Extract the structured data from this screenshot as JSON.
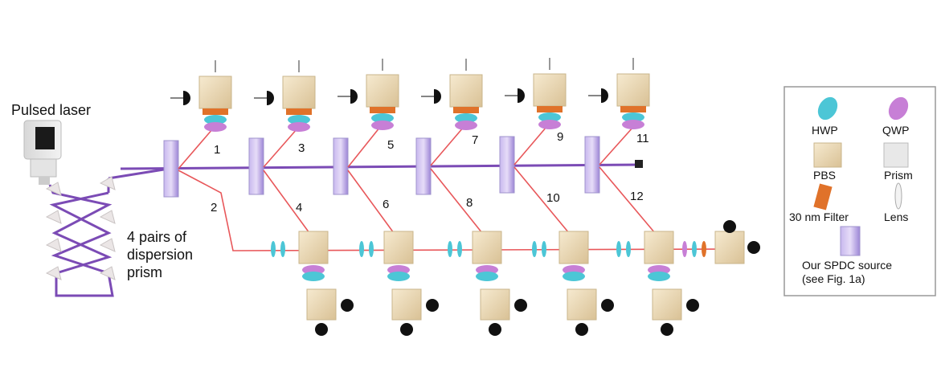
{
  "laser_label": "Pulsed laser",
  "dispersion_label": [
    "4 pairs of",
    "dispersion",
    "prism"
  ],
  "path_numbers": [
    "1",
    "2",
    "3",
    "4",
    "5",
    "6",
    "7",
    "8",
    "9",
    "10",
    "11",
    "12"
  ],
  "legend": {
    "hwp": "HWP",
    "qwp": "QWP",
    "pbs": "PBS",
    "prism": "Prism",
    "filter": "30 nm Filter",
    "lens": "Lens",
    "source_line1": "Our SPDC source",
    "source_line2": "(see Fig. 1a)"
  },
  "colors": {
    "pump": "#7b4bb5",
    "photon": "#e8575a",
    "hwp": "#4cc6d6",
    "qwp": "#c77fd6",
    "pbs": "#efdcb4",
    "filter": "#e0722a",
    "source": "#a48bd8"
  }
}
